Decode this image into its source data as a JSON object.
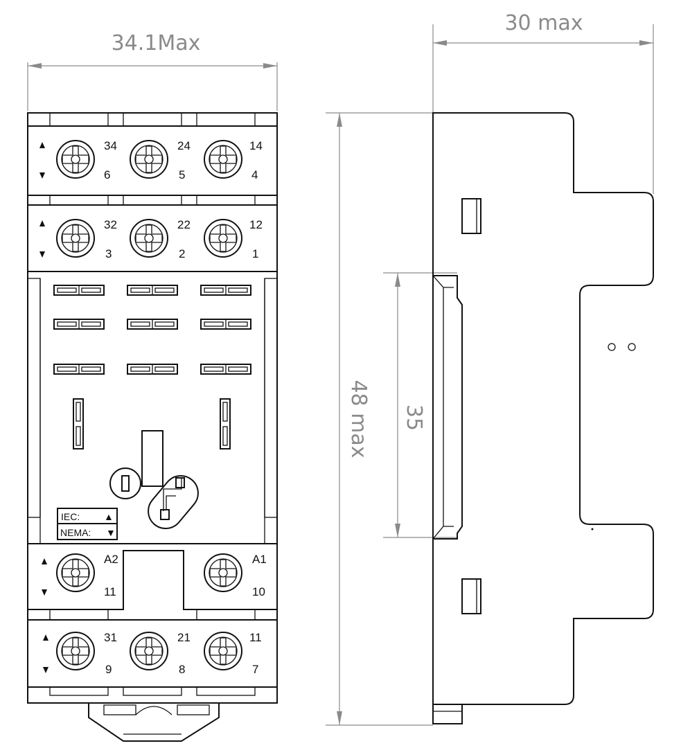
{
  "dimensions": {
    "front_width": "34.1Max",
    "side_depth": "30 max",
    "side_height": "48 max",
    "rail_height": "35"
  },
  "terminals": {
    "row1": [
      {
        "id": "t34",
        "top": "34",
        "bottom": "6"
      },
      {
        "id": "t24",
        "top": "24",
        "bottom": "5"
      },
      {
        "id": "t14",
        "top": "14",
        "bottom": "4"
      }
    ],
    "row2": [
      {
        "id": "t32",
        "top": "32",
        "bottom": "3"
      },
      {
        "id": "t22",
        "top": "22",
        "bottom": "2"
      },
      {
        "id": "t12",
        "top": "12",
        "bottom": "1"
      }
    ],
    "coil": [
      {
        "id": "a2",
        "top": "A2",
        "bottom": "11"
      },
      {
        "id": "a1",
        "top": "A1",
        "bottom": "10"
      }
    ],
    "row4": [
      {
        "id": "t31",
        "top": "31",
        "bottom": "9"
      },
      {
        "id": "t21",
        "top": "21",
        "bottom": "8"
      },
      {
        "id": "t11",
        "top": "11",
        "bottom": "7"
      }
    ]
  },
  "legend": {
    "iec": "IEC:",
    "nema": "NEMA:",
    "iec_symbol": "▲",
    "nema_symbol": "▼"
  }
}
